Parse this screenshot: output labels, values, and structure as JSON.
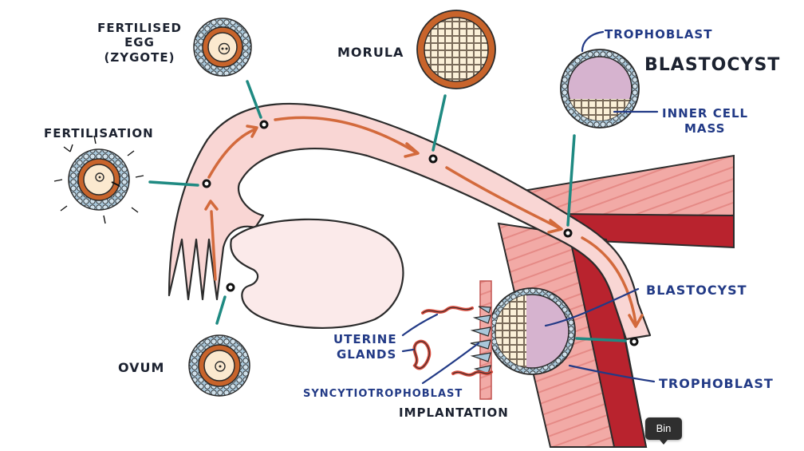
{
  "labels": {
    "fertilised_egg_line1": "FERTILISED",
    "fertilised_egg_line2": "EGG",
    "fertilised_egg_line3": "(ZYGOTE)",
    "fertilisation": "FERTILISATION",
    "morula": "MORULA",
    "trophoblast_top": "TROPHOBLAST",
    "blastocyst_title": "BLASTOCYST",
    "inner_cell_mass_line1": "INNER CELL",
    "inner_cell_mass_line2": "MASS",
    "ovum": "OVUM",
    "blastocyst_lower": "BLASTOCYST",
    "trophoblast_lower": "TROPHOBLAST",
    "uterine_glands_line1": "UTERINE",
    "uterine_glands_line2": "GLANDS",
    "syncytiotrophoblast": "SYNCYTIOTROPHOBLAST",
    "implantation": "IMPLANTATION"
  },
  "colors": {
    "tube_fill": "#f9d6d4",
    "tube_stroke": "#2b2b2b",
    "arrow": "#d36a3c",
    "pointer_teal": "#1f8a82",
    "label_dark": "#1c2230",
    "label_blue": "#223a86",
    "cell_orange": "#c8642b",
    "cell_outer_blue": "#a9c7da",
    "blastocyst_fill": "#d6b3cf",
    "muscle_pink": "#f2aaa6",
    "muscle_red": "#b9232e",
    "ovary_fill": "#fbeaea"
  },
  "tooltip": {
    "label": "Bin"
  }
}
